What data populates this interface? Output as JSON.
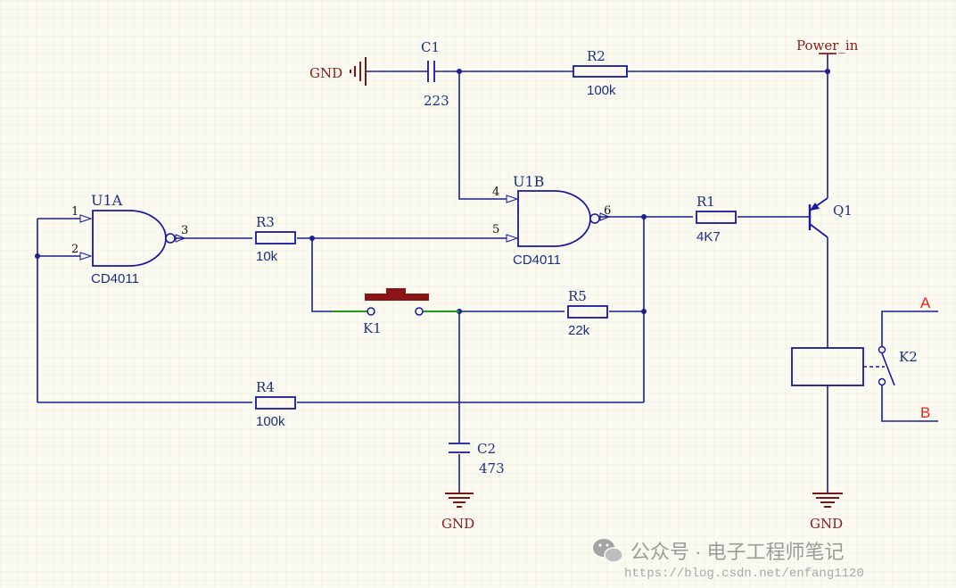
{
  "colors": {
    "background": "#fbfaf1",
    "grid": "#e6e4d6",
    "wire": "#1b1f8f",
    "component": "#1818a0",
    "label": "#1c2f80",
    "net_label": "#8b1a1a",
    "port_label": "#e8231f",
    "switch_wire": "#1f9a1f",
    "switch_body": "#8b1515",
    "watermark": "#9a9a9a"
  },
  "gates": {
    "u1a": {
      "designator": "U1A",
      "part": "CD4011",
      "pin_in1": "1",
      "pin_in2": "2",
      "pin_out": "3"
    },
    "u1b": {
      "designator": "U1B",
      "part": "CD4011",
      "pin_in1": "4",
      "pin_in2": "5",
      "pin_out": "6"
    }
  },
  "resistors": {
    "r1": {
      "designator": "R1",
      "value": "4K7"
    },
    "r2": {
      "designator": "R2",
      "value": "100k"
    },
    "r3": {
      "designator": "R3",
      "value": "10k"
    },
    "r4": {
      "designator": "R4",
      "value": "100k"
    },
    "r5": {
      "designator": "R5",
      "value": "22k"
    }
  },
  "capacitors": {
    "c1": {
      "designator": "C1",
      "value": "223"
    },
    "c2": {
      "designator": "C2",
      "value": "473"
    }
  },
  "transistor": {
    "designator": "Q1"
  },
  "switch": {
    "designator": "K1"
  },
  "relay": {
    "designator": "K2"
  },
  "nets": {
    "gnd_top": "GND",
    "gnd_c2": "GND",
    "gnd_relay": "GND",
    "power": "Power_in"
  },
  "ports": {
    "a": "A",
    "b": "B"
  },
  "watermark": {
    "account": "公众号 · 电子工程师笔记",
    "url": "https://blog.csdn.net/enfang1120"
  }
}
